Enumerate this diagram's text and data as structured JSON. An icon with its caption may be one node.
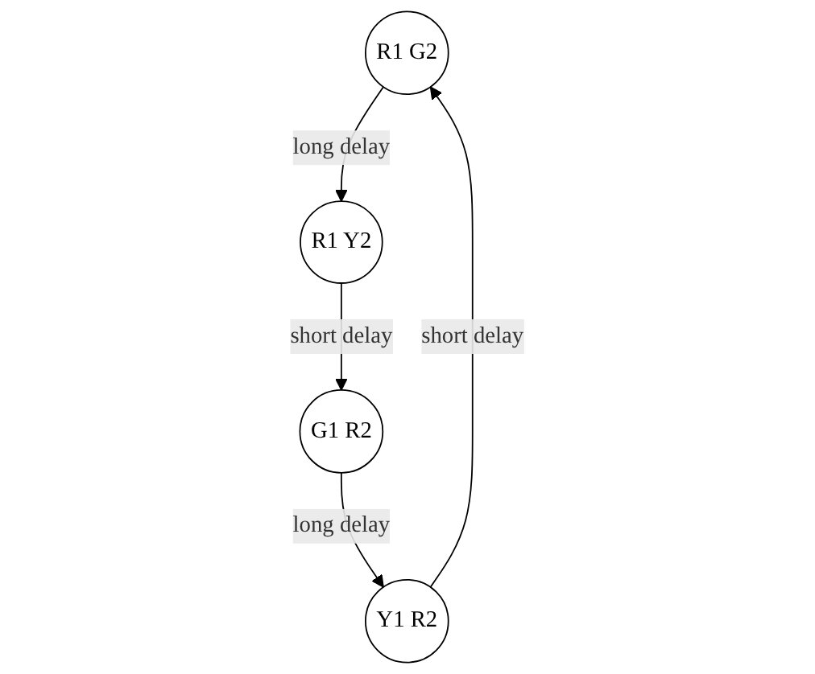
{
  "diagram": {
    "nodes": [
      {
        "text": [
          "R1 G2"
        ]
      },
      {
        "text": [
          "R1 Y2"
        ]
      },
      {
        "text": [
          "G1 R2"
        ]
      },
      {
        "text": [
          "Y1 R2"
        ]
      }
    ],
    "edges": [
      {
        "from": 0,
        "to": 1,
        "arrow": "to",
        "label": "long delay"
      },
      {
        "from": 1,
        "to": 2,
        "arrow": "to",
        "label": "short delay"
      },
      {
        "from": 2,
        "to": 3,
        "arrow": "to",
        "label": "long delay"
      },
      {
        "from": 3,
        "to": 0,
        "arrow": "to",
        "label": "short delay"
      }
    ]
  }
}
